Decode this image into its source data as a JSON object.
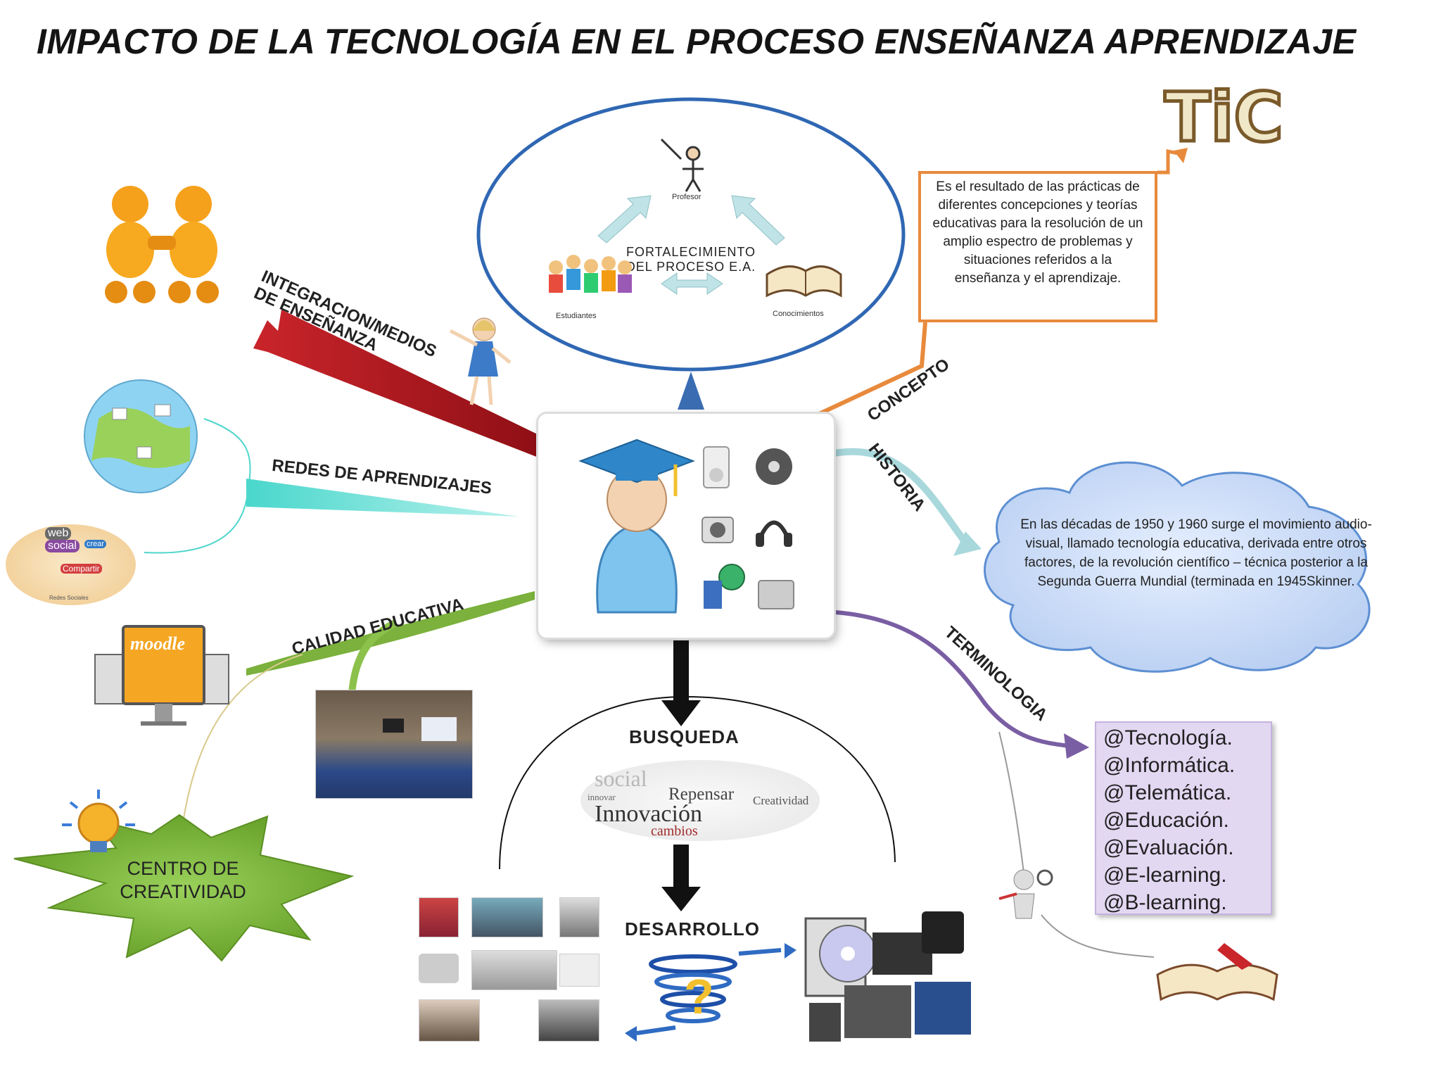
{
  "title": "IMPACTO DE LA  TECNOLOGÍA EN EL PROCESO ENSEÑANZA APRENDIZAJE",
  "logo_text": "TiC",
  "center_node": {
    "process_label": "FORTALECIMIENTO  DEL PROCESO E.A.",
    "profesor": "Profesor",
    "estudiantes": "Estudiantes",
    "conocimientos": "Conocimientos"
  },
  "branches": {
    "integracion": "INTEGRACION/MEDIOS DE ENSEÑANZA",
    "redes": "REDES  DE  APRENDIZAJES",
    "calidad": "CALIDAD  EDUCATIVA",
    "concepto": "CONCEPTO",
    "historia": "HISTORIA",
    "terminologia": "TERMINOLOGIA"
  },
  "concepto_text": "Es el resultado de las prácticas de diferentes concepciones y teorías educativas para la resolución de un amplio espectro de problemas y situaciones referidos a la enseñanza y el aprendizaje.",
  "historia_text": "En  las décadas de 1950 y 1960 surge el movimiento  audio-visual, llamado tecnología educativa, derivada entre otros factores, de la revolución científico – técnica posterior a la Segunda Guerra Mundial  (terminada en 1945Skinner.",
  "terminologia_items": [
    "@Tecnología.",
    "@Informática.",
    "@Telemática.",
    "@Educación.",
    "@Evaluación.",
    "@E-learning.",
    "@B-learning."
  ],
  "busqueda": "BUSQUEDA",
  "desarrollo": "DESARROLLO",
  "creatividad": "CENTRO  DE CREATIVIDAD",
  "redes_sociales": {
    "web": "web",
    "social": "social",
    "crear": "crear",
    "compartir": "Compartir",
    "caption": "Redes Sociales"
  },
  "moodle": "moodle",
  "wordcloud": [
    "social",
    "Repensar",
    "Innovación",
    "cambios",
    "innovar",
    "Creatividad"
  ],
  "colors": {
    "concept_orange": "#e88a3c",
    "historia_teal": "#a9d8dc",
    "terminologia_purple": "#7a5ea3",
    "integracion_red": "#c9252b",
    "redes_cyan": "#4fd6cc",
    "calidad_green": "#7bb13c",
    "ellipse_blue": "#2f67b3",
    "cloud_blue": "#cfe0f7"
  }
}
